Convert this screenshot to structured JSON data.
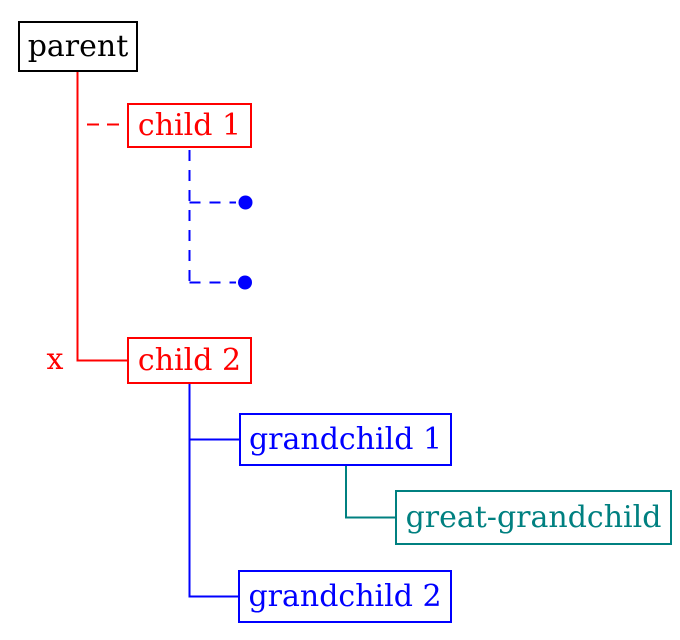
{
  "colors": {
    "black": "#000000",
    "red": "#ff0000",
    "blue": "#0000ff",
    "teal": "#008080",
    "background": "#ffffff"
  },
  "nodes": {
    "parent": {
      "label": "parent",
      "color": "#000000"
    },
    "child1": {
      "label": "child 1",
      "color": "#ff0000"
    },
    "child2": {
      "label": "child 2",
      "color": "#ff0000"
    },
    "grandchild1": {
      "label": "grandchild 1",
      "color": "#0000ff"
    },
    "grandchild2": {
      "label": "grandchild 2",
      "color": "#0000ff"
    },
    "great_grandchild": {
      "label": "great-grandchild",
      "color": "#008080"
    }
  },
  "labels": {
    "edge_x": "x"
  },
  "tree": {
    "root": "parent",
    "edges": [
      {
        "from": "parent",
        "to": "child 1",
        "style": "dashed",
        "color": "#ff0000"
      },
      {
        "from": "parent",
        "to": "child 2",
        "style": "solid",
        "color": "#ff0000",
        "label": "x"
      },
      {
        "from": "child 1",
        "to": "hidden-child-dot",
        "style": "dashed",
        "color": "#0000ff"
      },
      {
        "from": "child 1",
        "to": "hidden-child-dot",
        "style": "dashed",
        "color": "#0000ff"
      },
      {
        "from": "child 2",
        "to": "grandchild 1",
        "style": "solid",
        "color": "#0000ff"
      },
      {
        "from": "child 2",
        "to": "grandchild 2",
        "style": "solid",
        "color": "#0000ff"
      },
      {
        "from": "grandchild 1",
        "to": "great-grandchild",
        "style": "solid",
        "color": "#008080"
      }
    ]
  }
}
